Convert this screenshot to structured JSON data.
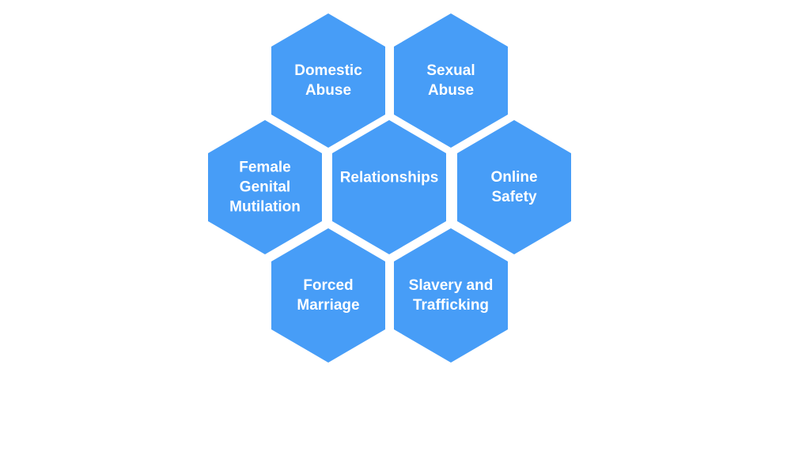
{
  "diagram": {
    "fill_color": "#479DF7",
    "text_color": "#FFFFFF",
    "center": {
      "id": "relationships",
      "label": "Relationships"
    },
    "hexagons": [
      {
        "id": "domestic-abuse",
        "lines": [
          "Domestic",
          "Abuse"
        ]
      },
      {
        "id": "sexual-abuse",
        "lines": [
          "Sexual",
          "Abuse"
        ]
      },
      {
        "id": "female-genital-mutilation",
        "lines": [
          "Female",
          "Genital",
          "Mutilation"
        ]
      },
      {
        "id": "relationships",
        "lines": [
          "Relationships"
        ]
      },
      {
        "id": "online-safety",
        "lines": [
          "Online",
          "Safety"
        ]
      },
      {
        "id": "forced-marriage",
        "lines": [
          "Forced",
          "Marriage"
        ]
      },
      {
        "id": "slavery-and-trafficking",
        "lines": [
          "Slavery and",
          "Trafficking"
        ]
      }
    ]
  }
}
